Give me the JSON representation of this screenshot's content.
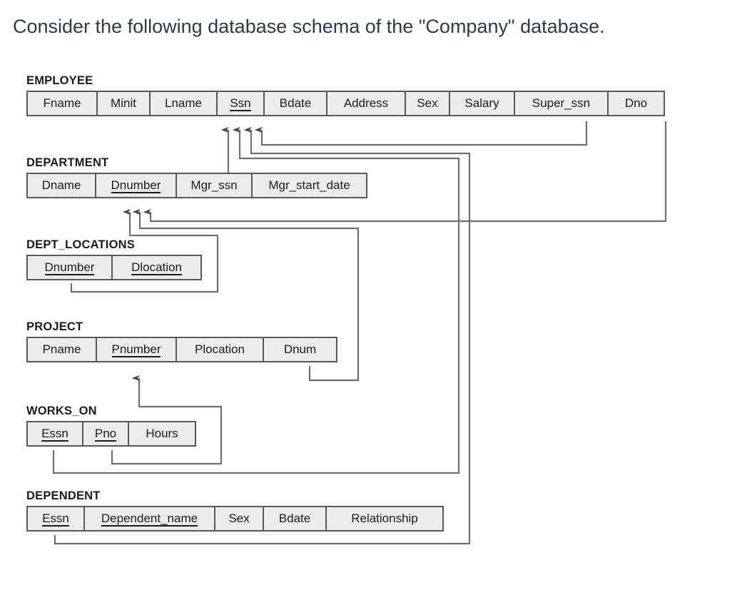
{
  "question": {
    "text": "Consider the following database schema of the \"Company\" database."
  },
  "colors": {
    "text": "#2d3b45",
    "cell_fill": "#ececec",
    "border": "#58585a",
    "line": "#6f6f71",
    "background": "#ffffff"
  },
  "schema": {
    "title": "Company",
    "relations": [
      {
        "name": "EMPLOYEE",
        "attributes": [
          {
            "label": "Fname",
            "key": false,
            "width": 98
          },
          {
            "label": "Minit",
            "key": false,
            "width": 74
          },
          {
            "label": "Lname",
            "key": false,
            "width": 94
          },
          {
            "label": "Ssn",
            "key": true,
            "width": 66
          },
          {
            "label": "Bdate",
            "key": false,
            "width": 88
          },
          {
            "label": "Address",
            "key": false,
            "width": 110
          },
          {
            "label": "Sex",
            "key": false,
            "width": 62
          },
          {
            "label": "Salary",
            "key": false,
            "width": 91
          },
          {
            "label": "Super_ssn",
            "key": false,
            "width": 131
          },
          {
            "label": "Dno",
            "key": false,
            "width": 77
          }
        ]
      },
      {
        "name": "DEPARTMENT",
        "attributes": [
          {
            "label": "Dname",
            "key": false,
            "width": 96
          },
          {
            "label": "Dnumber",
            "key": true,
            "width": 113
          },
          {
            "label": "Mgr_ssn",
            "key": false,
            "width": 106
          },
          {
            "label": "Mgr_start_date",
            "key": false,
            "width": 159
          }
        ]
      },
      {
        "name": "DEPT_LOCATIONS",
        "attributes": [
          {
            "label": "Dnumber",
            "key": true,
            "width": 119
          },
          {
            "label": "Dlocation",
            "key": true,
            "width": 123
          }
        ]
      },
      {
        "name": "PROJECT",
        "attributes": [
          {
            "label": "Pname",
            "key": false,
            "width": 97
          },
          {
            "label": "Pnumber",
            "key": true,
            "width": 112
          },
          {
            "label": "Plocation",
            "key": false,
            "width": 122
          },
          {
            "label": "Dnum",
            "key": false,
            "width": 101
          }
        ]
      },
      {
        "name": "WORKS_ON",
        "attributes": [
          {
            "label": "Essn",
            "key": true,
            "width": 78
          },
          {
            "label": "Pno",
            "key": true,
            "width": 64
          },
          {
            "label": "Hours",
            "key": false,
            "width": 92
          }
        ]
      },
      {
        "name": "DEPENDENT",
        "attributes": [
          {
            "label": "Essn",
            "key": true,
            "width": 80
          },
          {
            "label": "Dependent_name",
            "key": true,
            "width": 183
          },
          {
            "label": "Sex",
            "key": false,
            "width": 68
          },
          {
            "label": "Bdate",
            "key": false,
            "width": 88
          },
          {
            "label": "Relationship",
            "key": false,
            "width": 162
          }
        ]
      }
    ],
    "foreign_keys": [
      {
        "from_relation": "DEPARTMENT",
        "from_attribute": "Mgr_ssn",
        "to_relation": "EMPLOYEE",
        "to_attribute": "Ssn"
      },
      {
        "from_relation": "WORKS_ON",
        "from_attribute": "Essn",
        "to_relation": "EMPLOYEE",
        "to_attribute": "Ssn"
      },
      {
        "from_relation": "DEPENDENT",
        "from_attribute": "Essn",
        "to_relation": "EMPLOYEE",
        "to_attribute": "Ssn"
      },
      {
        "from_relation": "EMPLOYEE",
        "from_attribute": "Super_ssn",
        "to_relation": "EMPLOYEE",
        "to_attribute": "Ssn"
      },
      {
        "from_relation": "DEPT_LOCATIONS",
        "from_attribute": "Dnumber",
        "to_relation": "DEPARTMENT",
        "to_attribute": "Dnumber"
      },
      {
        "from_relation": "PROJECT",
        "from_attribute": "Dnum",
        "to_relation": "DEPARTMENT",
        "to_attribute": "Dnumber"
      },
      {
        "from_relation": "EMPLOYEE",
        "from_attribute": "Dno",
        "to_relation": "DEPARTMENT",
        "to_attribute": "Dnumber"
      },
      {
        "from_relation": "WORKS_ON",
        "from_attribute": "Pno",
        "to_relation": "PROJECT",
        "to_attribute": "Pnumber"
      }
    ]
  }
}
